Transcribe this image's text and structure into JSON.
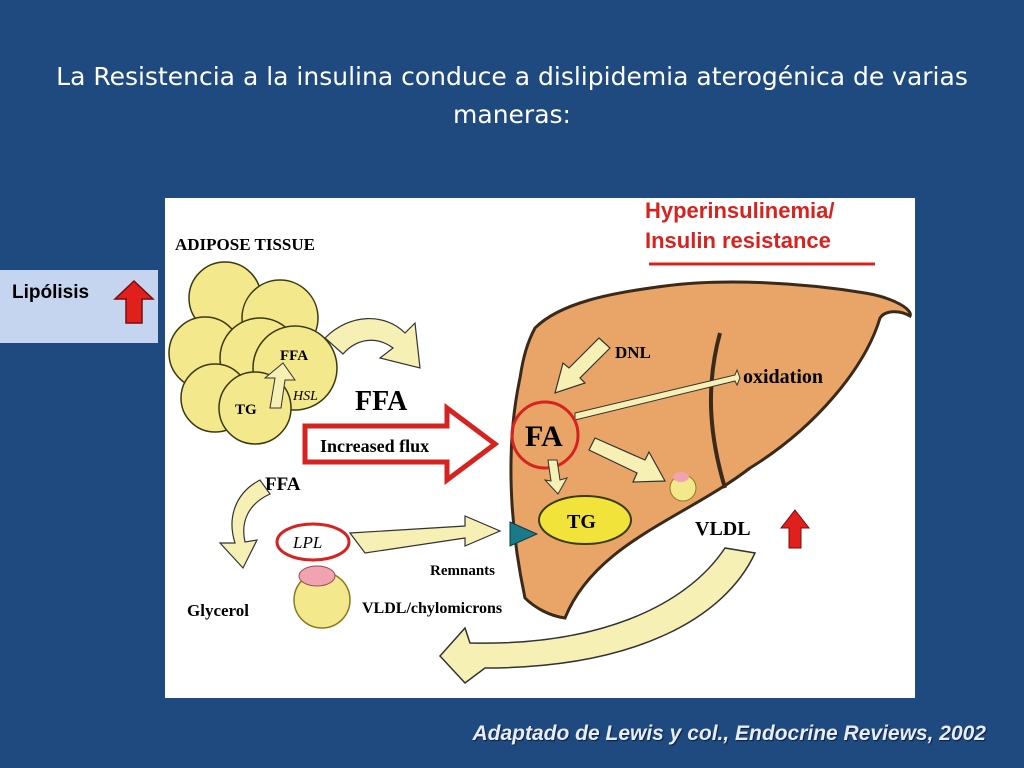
{
  "title": "La Resistencia a la insulina conduce a dislipidemia aterogénica de varias maneras:",
  "side_label": "Lipólisis",
  "citation": "Adaptado de Lewis y col., Endocrine Reviews, 2002",
  "diagram": {
    "adipose_title": "ADIPOSE TISSUE",
    "hyper_line1": "Hyperinsulinemia/",
    "hyper_line2": "Insulin resistance",
    "ffa_cell": "FFA",
    "hsl": "HSL",
    "tg_cell": "TG",
    "ffa_big": "FFA",
    "increased_flux": "Increased flux",
    "ffa_small": "FFA",
    "lpl": "LPL",
    "remnants": "Remnants",
    "glycerol": "Glycerol",
    "vldl_chylo": "VLDL/chylomicrons",
    "dnl": "DNL",
    "oxidation": "oxidation",
    "fa": "FA",
    "tg_liver": "TG",
    "vldl": "VLDL"
  },
  "colors": {
    "background": "#1f4a80",
    "accent_red": "#d7231f",
    "liver": "#e9a567",
    "adipocyte": "#f4e88c",
    "arrow_fill": "#f6f0b5"
  }
}
